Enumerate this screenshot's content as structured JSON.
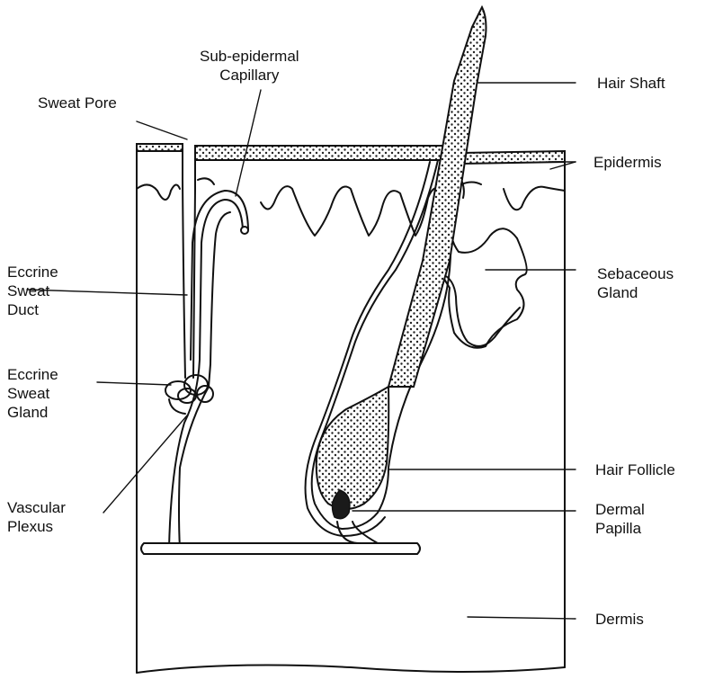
{
  "labels": {
    "sweat_pore": "Sweat Pore",
    "sub_epidermal_capillary": [
      "Sub-epidermal",
      "Capillary"
    ],
    "hair_shaft": "Hair Shaft",
    "epidermis": "Epidermis",
    "eccrine_sweat_duct": [
      "Eccrine",
      "Sweat",
      "Duct"
    ],
    "sebaceous_gland": [
      "Sebaceous",
      "Gland"
    ],
    "eccrine_sweat_gland": [
      "Eccrine",
      "Sweat",
      "Gland"
    ],
    "vascular_plexus": [
      "Vascular",
      "Plexus"
    ],
    "hair_follicle": "Hair Follicle",
    "dermal_papilla": [
      "Dermal",
      "Papilla"
    ],
    "dermis": "Dermis"
  }
}
